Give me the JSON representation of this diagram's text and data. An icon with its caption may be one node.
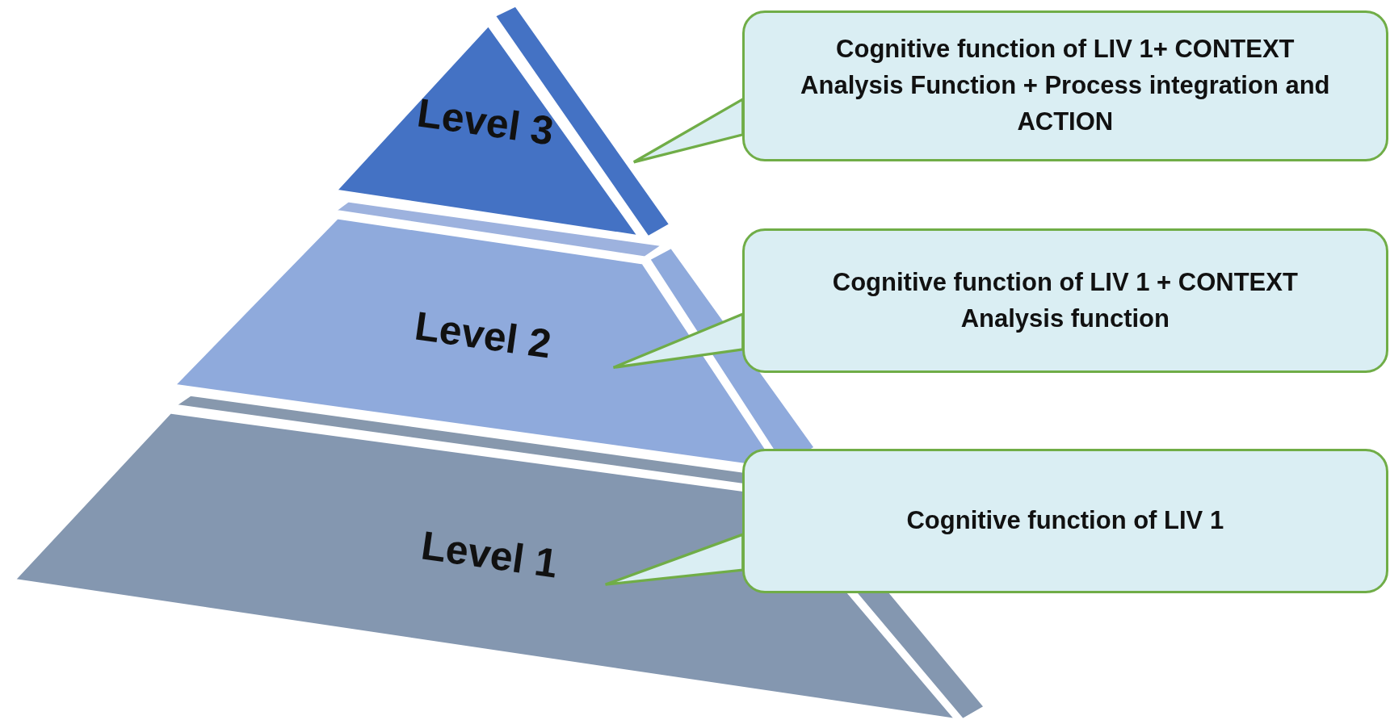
{
  "diagram": {
    "nodes": [
      {
        "text": [
          "Level 3"
        ]
      },
      {
        "text": [
          "Level 2"
        ]
      },
      {
        "text": [
          "Level 1"
        ]
      },
      {
        "text": [
          "Cognitive function of LIV 1+ CONTEXT Analysis Function + Process integration and ACTION"
        ]
      },
      {
        "text": [
          "Cognitive function of LIV 1 + CONTEXT Analysis function"
        ]
      },
      {
        "text": [
          "Cognitive function of LIV 1"
        ]
      }
    ],
    "edges": [
      {
        "from": 3,
        "to": 0,
        "arrow": "to"
      },
      {
        "from": 4,
        "to": 1,
        "arrow": "to"
      },
      {
        "from": 5,
        "to": 2,
        "arrow": "to"
      }
    ]
  }
}
